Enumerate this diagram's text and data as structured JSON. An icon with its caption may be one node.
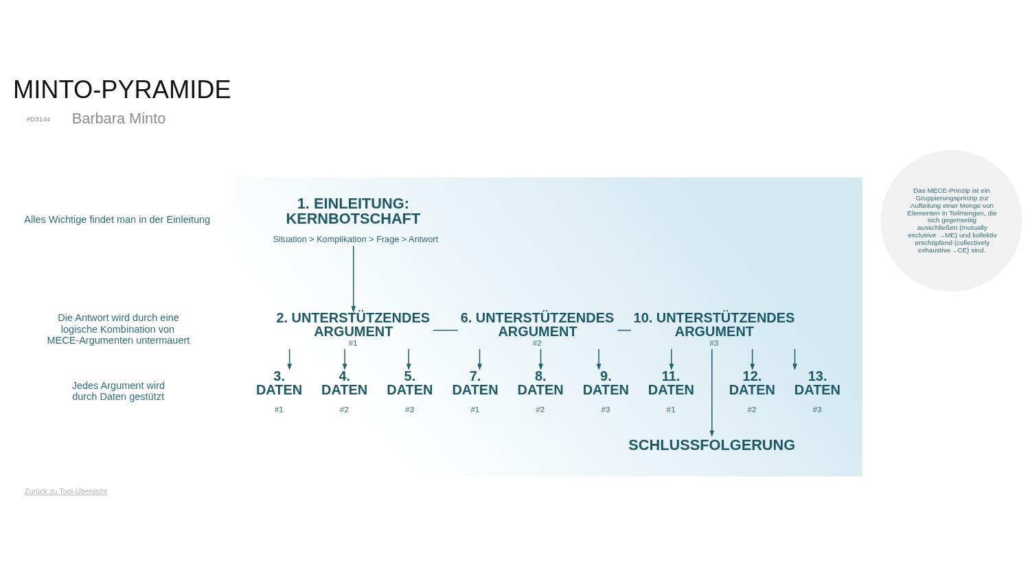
{
  "diagram": {
    "title": "MINTO-PYRAMIDE",
    "nodes": [
      {
        "text": [],
        "shape": "triangle"
      },
      {
        "text": [
          "1. EINLEITUNG: KERNBOTSCHAFT",
          "Situation > Komplikation > Frage > Antwort"
        ],
        "in": 0
      },
      {
        "text": [
          "2. UNTERSTÜTZENDES ARGUMENT",
          "#1"
        ],
        "in": 0
      },
      {
        "text": [
          "6. UNTERSTÜTZENDES ARGUMENT",
          "#2"
        ],
        "in": 0
      },
      {
        "text": [
          "10. UNTERSTÜTZENDES ARGUMENT",
          "#3"
        ],
        "in": 0
      },
      {
        "text": [
          "3. DATEN",
          "#1"
        ],
        "in": 0
      },
      {
        "text": [
          "4. DATEN",
          "#2"
        ],
        "in": 0
      },
      {
        "text": [
          "5. DATEN",
          "#3"
        ],
        "in": 0
      },
      {
        "text": [
          "7. DATEN",
          "#1"
        ],
        "in": 0
      },
      {
        "text": [
          "8. DATEN",
          "#2"
        ],
        "in": 0
      },
      {
        "text": [
          "9. DATEN",
          "#3"
        ],
        "in": 0
      },
      {
        "text": [
          "11. DATEN",
          "#1"
        ],
        "in": 0
      },
      {
        "text": [
          "12. DATEN",
          "#2"
        ],
        "in": 0
      },
      {
        "text": [
          "13. DATEN",
          "#3"
        ],
        "in": 0
      },
      {
        "text": [
          "SCHLUSSFOLGERUNG"
        ],
        "in": 0
      },
      {
        "text": [
          "Das MECE-Prinzip ist ein Gruppierungsprinzip zur Aufteilung einer Menge von Elementen in Teilmengen, die sich gegenseitig ausschließen (mutually exclusive →ME) und kollektiv erschöpfend (collectively exhaustive→CE) sind."
        ]
      }
    ],
    "edges": [
      {
        "from": 1,
        "to": 2,
        "arrow": "to"
      },
      {
        "from": 2,
        "to": 3,
        "arrow": "none"
      },
      {
        "from": 3,
        "to": 4,
        "arrow": "none"
      },
      {
        "from": 2,
        "to": 5,
        "arrow": "to"
      },
      {
        "from": 2,
        "to": 6,
        "arrow": "to"
      },
      {
        "from": 2,
        "to": 7,
        "arrow": "to"
      },
      {
        "from": 3,
        "to": 8,
        "arrow": "to"
      },
      {
        "from": 3,
        "to": 9,
        "arrow": "to"
      },
      {
        "from": 3,
        "to": 10,
        "arrow": "to"
      },
      {
        "from": 4,
        "to": 11,
        "arrow": "to"
      },
      {
        "from": 4,
        "to": 12,
        "arrow": "to"
      },
      {
        "from": 4,
        "to": 13,
        "arrow": "to"
      },
      {
        "from": 4,
        "to": 14,
        "arrow": "to"
      }
    ],
    "labels": [
      "#D3144",
      "Barbara Minto",
      "Alles Wichtige findet man in der Einleitung",
      "Die Antwort wird durch eine logische Kombination von MECE-Argumenten untermauert",
      "Jedes Argument wird durch Daten gestützt",
      "Zurück zu Tool-Übersicht"
    ]
  }
}
